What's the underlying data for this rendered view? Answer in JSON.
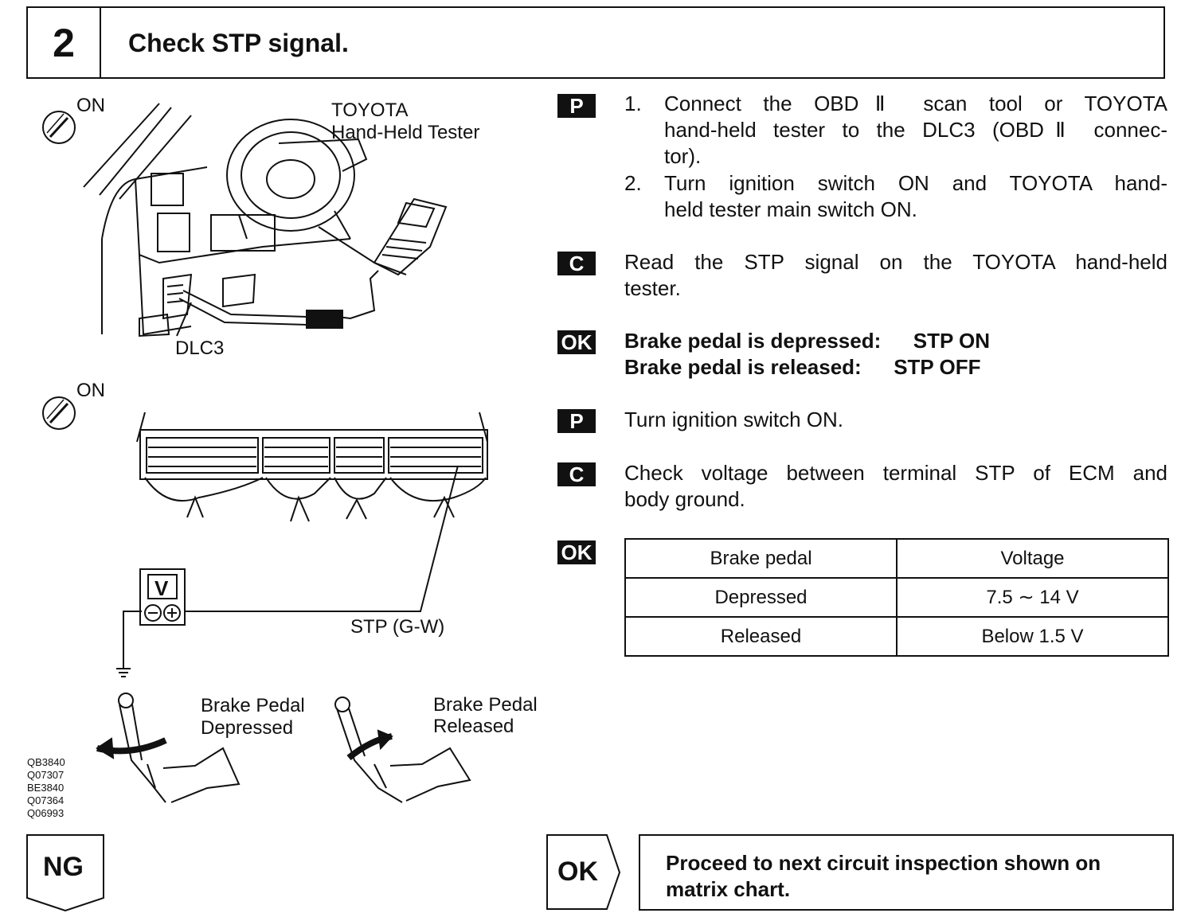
{
  "header": {
    "step_number": "2",
    "title": "Check STP signal."
  },
  "illustration": {
    "top": {
      "ign_label": "ON",
      "tester_line1": "TOYOTA",
      "tester_line2": "Hand-Held Tester",
      "dlc_label": "DLC3"
    },
    "middle": {
      "ign_label": "ON",
      "voltmeter_label": "V",
      "wire_label": "STP (G-W)"
    },
    "bottom": {
      "depressed_line1": "Brake Pedal",
      "depressed_line2": "Depressed",
      "released_line1": "Brake Pedal",
      "released_line2": "Released"
    },
    "codes": [
      "QB3840",
      "Q07307",
      "BE3840",
      "Q07364",
      "Q06993"
    ]
  },
  "procedure": {
    "p1": {
      "badge": "P",
      "items": [
        {
          "num": "1.",
          "line1": "Connect the OBDⅡ scan tool or TOYOTA",
          "line2": "hand-held tester to the DLC3 (OBDⅡ connec-",
          "line3": "tor)."
        },
        {
          "num": "2.",
          "line1": "Turn ignition switch ON and TOYOTA hand-",
          "line2": "held tester main switch ON."
        }
      ]
    },
    "c1": {
      "badge": "C",
      "line1": "Read the STP signal on the TOYOTA hand-held",
      "line2": "tester."
    },
    "ok1": {
      "badge": "OK",
      "line1_label": "Brake pedal is depressed:",
      "line1_value": "STP ON",
      "line2_label": "Brake pedal is released:",
      "line2_value": "STP OFF"
    },
    "p2": {
      "badge": "P",
      "text": "Turn ignition switch ON."
    },
    "c2": {
      "badge": "C",
      "line1": "Check voltage between terminal STP of ECM and",
      "line2": "body ground."
    },
    "ok2": {
      "badge": "OK",
      "table": {
        "headers": [
          "Brake pedal",
          "Voltage"
        ],
        "rows": [
          [
            "Depressed",
            "7.5 ∼ 14 V"
          ],
          [
            "Released",
            "Below 1.5 V"
          ]
        ]
      }
    }
  },
  "footer": {
    "ng_label": "NG",
    "ok_label": "OK",
    "proceed_line1": "Proceed to next circuit inspection shown on",
    "proceed_line2": "matrix chart."
  }
}
